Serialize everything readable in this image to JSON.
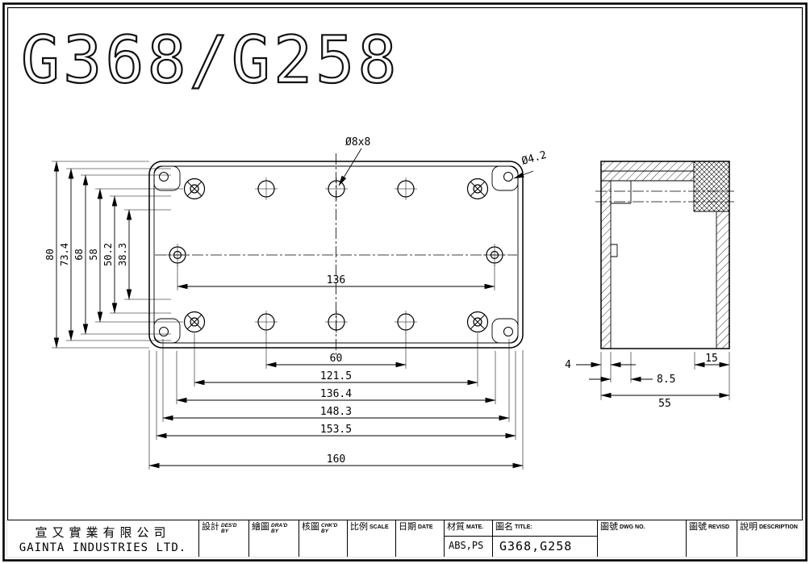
{
  "page": {
    "background": "#ffffff",
    "line_color": "#000000"
  },
  "drawing_title": "G368/G258",
  "top_view": {
    "dim_80": "80",
    "dim_73_4": "73.4",
    "dim_68": "68",
    "dim_58": "58",
    "dim_50_2": "50.2",
    "dim_38_3": "38.3",
    "dim_136": "136",
    "dim_60": "60",
    "dim_121_5": "121.5",
    "dim_136_4": "136.4",
    "dim_148_3": "148.3",
    "dim_153_5": "153.5",
    "dim_160": "160",
    "leader_hole": "Ø8x8",
    "leader_corner": "Ø4.2"
  },
  "side_view": {
    "dim_4": "4",
    "dim_8_5": "8.5",
    "dim_15": "15",
    "dim_55": "55"
  },
  "title_block": {
    "company_cn": "宣又實業有限公司",
    "company_en": "GAINTA INDUSTRIES LTD.",
    "desd_cn": "設計",
    "desd_en1": "DES'D",
    "desd_en2": "BY",
    "drad_cn": "繪圖",
    "drad_en1": "DRA'D",
    "drad_en2": "BY",
    "chkd_cn": "核圖",
    "chkd_en1": "CHK'D",
    "chkd_en2": "BY",
    "scale_cn": "比例",
    "scale_en": "SCALE",
    "date_cn": "日期",
    "date_en": "DATE",
    "material_cn": "材質",
    "material_en": "MATE.",
    "material_value": "ABS,PS",
    "name_cn": "圖名",
    "name_en": "TITLE:",
    "name_value": "G368,G258",
    "dwg_cn": "圖號",
    "dwg_en": "DWG NO.",
    "revisd_cn": "圖號",
    "revisd_en": "REVISD",
    "desc_cn": "說明",
    "desc_en": "DESCRIPTION"
  }
}
